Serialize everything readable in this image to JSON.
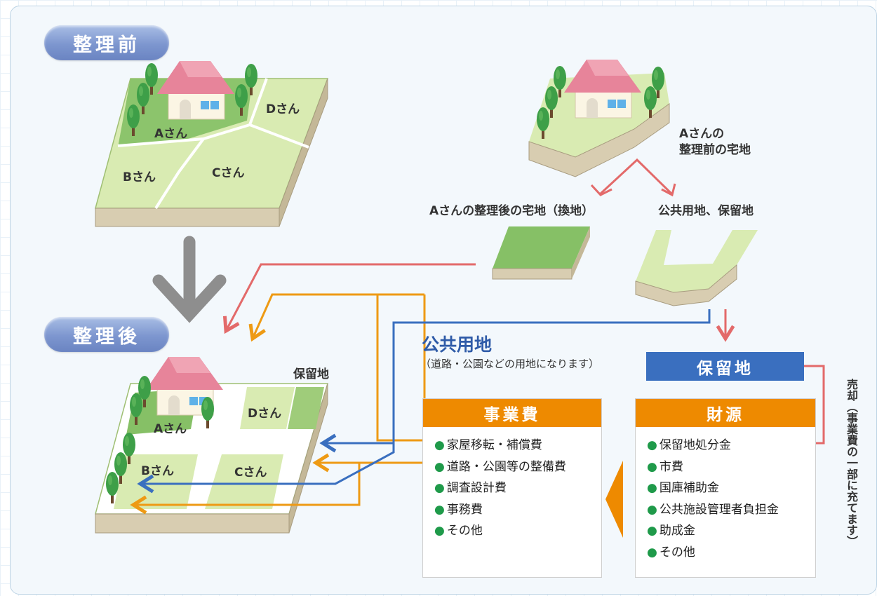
{
  "before_title": "整理前",
  "after_title": "整理後",
  "before_plots": [
    "Aさん",
    "Bさん",
    "Cさん",
    "Dさん"
  ],
  "after_plots": [
    "Aさん",
    "Bさん",
    "Cさん",
    "Dさん"
  ],
  "reserve_land_label": "保留地",
  "a_original_line1": "Aさんの",
  "a_original_line2": "整理前の宅地",
  "a_replotted_label": "Aさんの整理後の宅地（換地）",
  "public_reserve_label": "公共用地、保留地",
  "public_land": {
    "title": "公共用地",
    "subtitle": "（道路・公園などの用地になります）"
  },
  "reserve_tag": "保留地",
  "sale_note": "売却（事業費の一部に充てます）",
  "project_cost": {
    "title": "事業費",
    "items": [
      "家屋移転・補償費",
      "道路・公園等の整備費",
      "調査設計費",
      "事務費",
      "その他"
    ]
  },
  "funding": {
    "title": "財源",
    "items": [
      "保留地処分金",
      "市費",
      "国庫補助金",
      "公共施設管理者負担金",
      "助成金",
      "その他"
    ]
  },
  "bullet": "●",
  "colors": {
    "orange": "#ee8a00",
    "blue": "#3a6fbf",
    "red": "#e36a6a",
    "land": "#d9ebb2",
    "green_land": "#86c066",
    "roof": "#e7849a",
    "tree": "#3e9f48"
  }
}
